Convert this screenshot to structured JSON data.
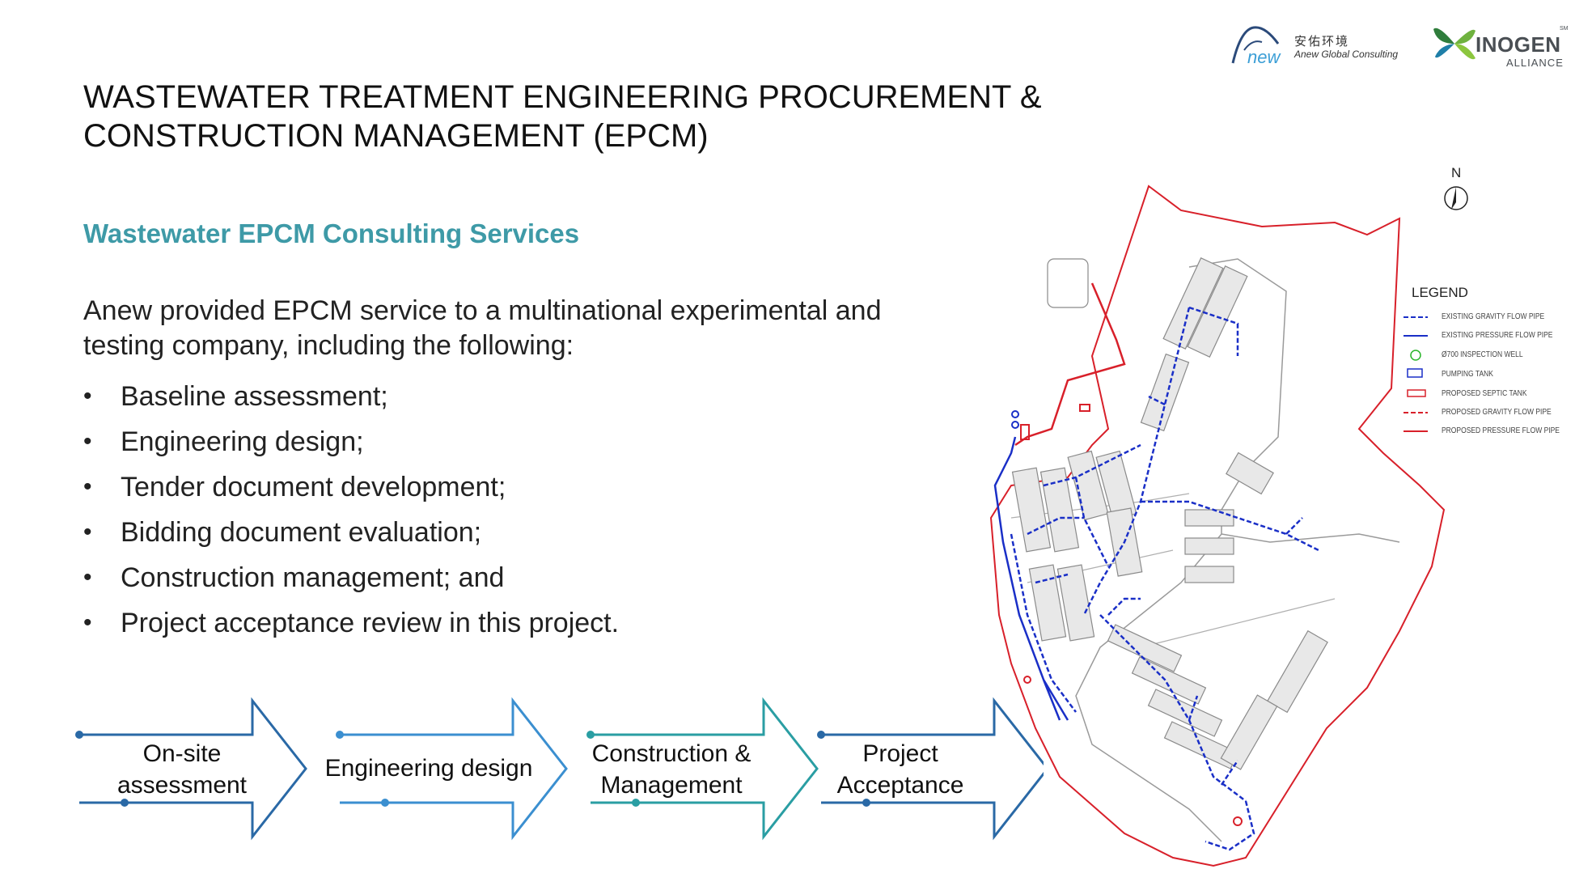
{
  "logos": {
    "anew_mark": "new",
    "anew_cn": "安佑环境",
    "anew_en": "Anew Global Consulting",
    "inogen_name": "INOGEN",
    "inogen_sub": "ALLIANCE",
    "inogen_mark": "SM"
  },
  "title": "WASTEWATER TREATMENT ENGINEERING PROCUREMENT & CONSTRUCTION MANAGEMENT (EPCM)",
  "subtitle": "Wastewater EPCM Consulting Services",
  "intro": "Anew provided EPCM service to a multinational experimental and testing company, including the following:",
  "bullets": [
    "Baseline assessment;",
    "Engineering design;",
    "Tender document development;",
    "Bidding document evaluation;",
    "Construction management; and",
    "Project acceptance review in this project."
  ],
  "flow": [
    {
      "line1": "On-site",
      "line2": "assessment",
      "color": "#2a69a6"
    },
    {
      "line1": "Engineering design",
      "line2": "",
      "color": "#3b8fd0"
    },
    {
      "line1": "Construction &",
      "line2": "Management",
      "color": "#2a9ea3"
    },
    {
      "line1": "Project",
      "line2": "Acceptance",
      "color": "#2a69a6"
    }
  ],
  "map": {
    "north_label": "N",
    "legend_title": "LEGEND",
    "legend_items": [
      "EXISTING GRAVITY FLOW PIPE",
      "EXISTING PRESSURE FLOW PIPE",
      "Ø700 INSPECTION WELL",
      "PUMPING TANK",
      "PROPOSED SEPTIC TANK",
      "PROPOSED GRAVITY FLOW PIPE",
      "PROPOSED PRESSURE FLOW PIPE"
    ],
    "colors": {
      "boundary": "#d8202a",
      "pipe": "#1a2fc7",
      "building": "#8a8a8a",
      "well": "#2ab52a"
    }
  }
}
